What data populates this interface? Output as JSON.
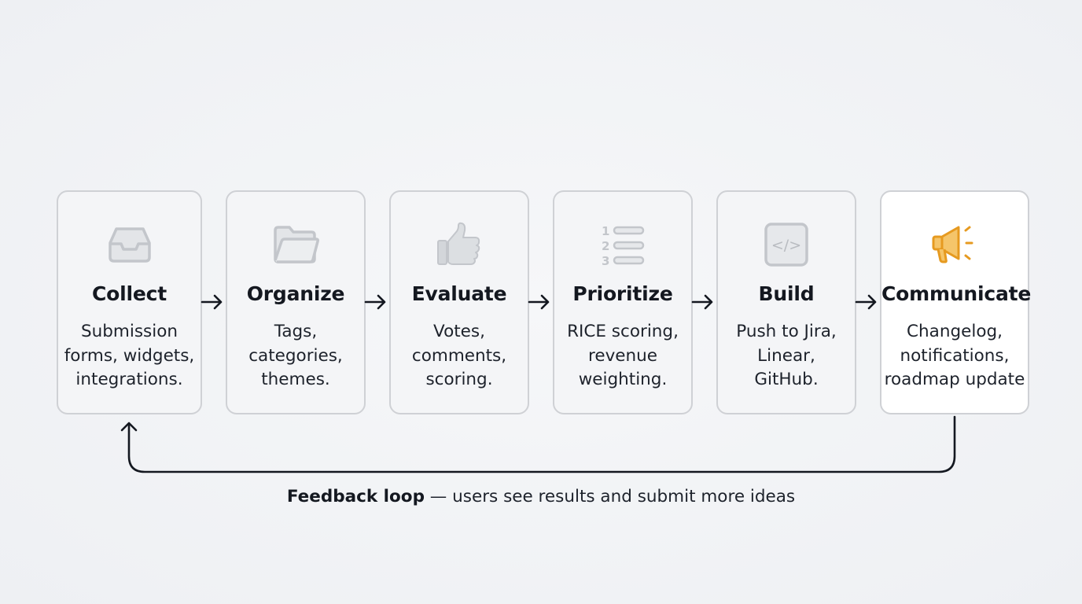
{
  "steps": [
    {
      "title": "Collect",
      "desc": [
        "Submission",
        "forms, widgets,",
        "integrations."
      ],
      "icon": "inbox-tray-icon"
    },
    {
      "title": "Organize",
      "desc": [
        "Tags,",
        "categories,",
        "themes."
      ],
      "icon": "folder-icon"
    },
    {
      "title": "Evaluate",
      "desc": [
        "Votes,",
        "comments,",
        "scoring."
      ],
      "icon": "thumbs-up-icon"
    },
    {
      "title": "Prioritize",
      "desc": [
        "RICE scoring,",
        "revenue",
        "weighting."
      ],
      "icon": "numbered-list-icon"
    },
    {
      "title": "Build",
      "desc": [
        "Push to Jira,",
        "Linear,",
        "GitHub."
      ],
      "icon": "code-icon"
    },
    {
      "title": "Communicate",
      "desc": [
        "Changelog,",
        "notifications,",
        "roadmap update"
      ],
      "icon": "megaphone-icon"
    }
  ],
  "list_numbers": [
    "1",
    "2",
    "3"
  ],
  "code_glyph": "</>",
  "caption": {
    "bold": "Feedback loop",
    "rest": " — users see results and submit more ideas"
  },
  "colors": {
    "icon_gray": "#c3c6cb",
    "accent": "#f0a92e",
    "line": "#141820"
  }
}
